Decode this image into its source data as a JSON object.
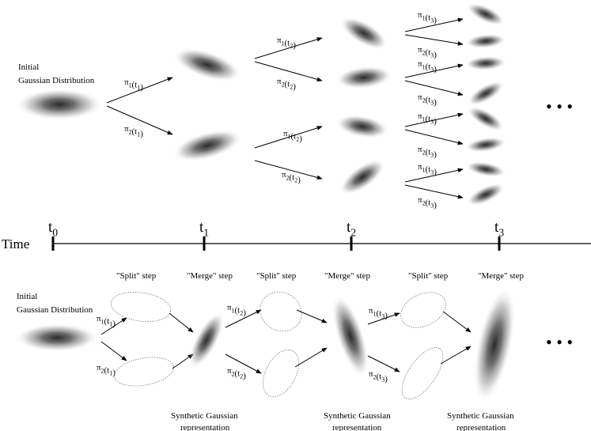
{
  "top": {
    "initial_line1": "Initial",
    "initial_line2": "Gaussian Distribution",
    "pi_t1_1": "π1(t1)",
    "pi_t1_2": "π2(t1)",
    "pi_t2_1": "π1(t2)",
    "pi_t2_2": "π2(t2)",
    "pi_t3_1": "π1(t3)",
    "pi_t3_2": "π2(t3)",
    "ellipsis": "• • •"
  },
  "timeline": {
    "label": "Time",
    "ticks": [
      "t0",
      "t1",
      "t2",
      "t3"
    ]
  },
  "bottom": {
    "initial_line1": "Initial",
    "initial_line2": "Gaussian Distribution",
    "split_label": "\"Split\" step",
    "merge_label": "\"Merge\" step",
    "synthetic_line1": "Synthetic Gaussian",
    "synthetic_line2": "representation",
    "ellipsis": "• • •"
  }
}
